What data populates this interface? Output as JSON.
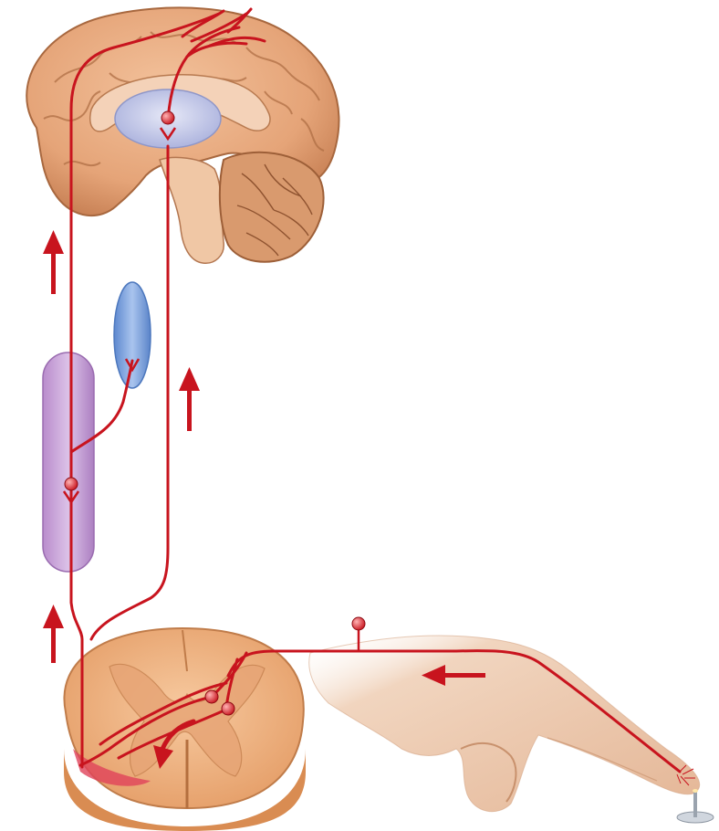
{
  "diagram": {
    "caption_text": "",
    "regions": [
      {
        "id": "brain",
        "icon": "brain-sagittal-section-icon"
      },
      {
        "id": "thalamus",
        "icon": "thalamus-icon"
      },
      {
        "id": "cerebellum",
        "icon": "cerebellum-icon"
      },
      {
        "id": "brainstem",
        "icon": "brainstem-icon"
      },
      {
        "id": "medulla-nucleus",
        "icon": "nucleus-purple-icon"
      },
      {
        "id": "relay-nucleus",
        "icon": "nucleus-blue-icon"
      },
      {
        "id": "spinal-cord",
        "icon": "spinal-cord-cross-section-icon"
      },
      {
        "id": "hand",
        "icon": "hand-pointing-icon"
      },
      {
        "id": "pin",
        "icon": "pin-stimulus-icon"
      }
    ],
    "arrows": [
      {
        "id": "arrow-up-left-upper",
        "direction": "up"
      },
      {
        "id": "arrow-up-left-lower",
        "direction": "up"
      },
      {
        "id": "arrow-up-middle",
        "direction": "up"
      },
      {
        "id": "arrow-left-hand",
        "direction": "left"
      },
      {
        "id": "arrow-curved-spinal",
        "direction": "left-down"
      }
    ],
    "colors": {
      "neuron": "#c8141e",
      "arrow": "#c8141e",
      "brain": "#e9a97a",
      "brain_dark": "#b8734a",
      "thalamus": "#c9cdea",
      "purple_nucleus": "#c8a2d8",
      "blue_nucleus": "#7fa6dd",
      "spinal_cord": "#f1b887",
      "skin": "#ecc6a8",
      "background": "#ffffff"
    }
  }
}
